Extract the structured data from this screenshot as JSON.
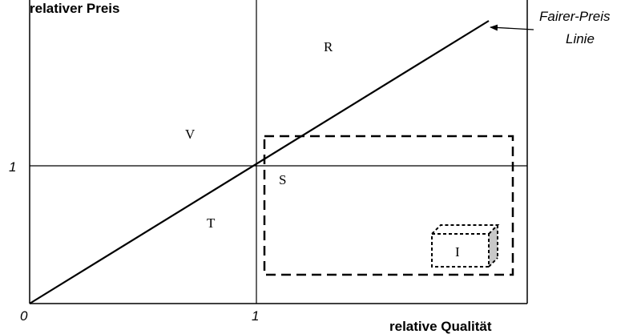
{
  "axes": {
    "y_title": "relativer Preis",
    "x_title": "relative Qualität",
    "origin_label": "0",
    "x_tick": "1",
    "y_tick": "1"
  },
  "regions": {
    "r": "R",
    "v": "V",
    "s": "S",
    "t": "T",
    "i": "I"
  },
  "annotation": {
    "line1": "Fairer-Preis",
    "line2": "Linie"
  }
}
